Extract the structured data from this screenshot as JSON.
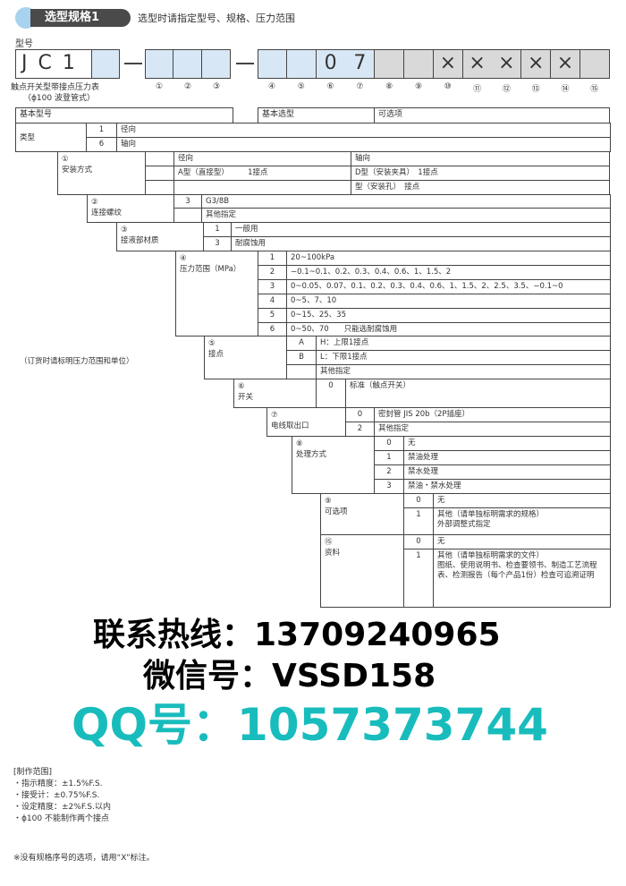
{
  "header": {
    "title": "选型规格1",
    "subtitle": "选型时请指定型号、规格、压力范围"
  },
  "model": {
    "label": "型号",
    "prefix": "JC1",
    "caption_line1": "触点开关型带接点压力表",
    "caption_line2": "（ϕ100 波登管式）",
    "boxes_group1": [
      "",
      "",
      ""
    ],
    "boxes_group2": [
      "",
      "",
      "0",
      "7",
      "",
      "",
      "×",
      "×",
      "×",
      "×",
      "×",
      ""
    ],
    "position_labels_group1": [
      "①",
      "②",
      "③"
    ],
    "position_labels_group2": [
      "④",
      "⑤",
      "⑥",
      "⑦",
      "⑧",
      "⑨",
      "⑩",
      "⑪",
      "⑫",
      "⑬",
      "⑭",
      "⑮"
    ]
  },
  "table_header": {
    "basic_model": "基本型号",
    "basic_selection": "基本选型",
    "options": "可选项"
  },
  "sections": [
    {
      "num": "",
      "label": "类型",
      "rows": [
        {
          "code": "1",
          "text": "径向"
        },
        {
          "code": "6",
          "text": "轴向"
        }
      ]
    },
    {
      "num": "①",
      "label": "安装方式",
      "rows": [
        {
          "code": "",
          "text": "径向",
          "text2": "轴向"
        },
        {
          "code": "",
          "text": "A型（直接型）　　　1接点",
          "text2": "D型（安装夹具）　1接点"
        },
        {
          "code": "",
          "text": "",
          "text2": "型（安装孔）　接点"
        }
      ]
    },
    {
      "num": "②",
      "label": "连接螺纹",
      "rows": [
        {
          "code": "3",
          "text": "G3/8B"
        },
        {
          "code": "",
          "text": "其他指定"
        }
      ]
    },
    {
      "num": "③",
      "label": "接液部材质",
      "rows": [
        {
          "code": "1",
          "text": "一般用"
        },
        {
          "code": "3",
          "text": "耐腐蚀用"
        }
      ]
    },
    {
      "num": "④",
      "label": "压力范围（MPa）",
      "rows": [
        {
          "code": "1",
          "text": "20~100kPa"
        },
        {
          "code": "2",
          "text": "−0.1~0.1、0.2、0.3、0.4、0.6、1、1.5、2"
        },
        {
          "code": "3",
          "text": "0~0.05、0.07、0.1、0.2、0.3、0.4、0.6、1、1.5、2、2.5、3.5、−0.1~0"
        },
        {
          "code": "4",
          "text": "0~5、7、10"
        },
        {
          "code": "5",
          "text": "0~15、25、35"
        },
        {
          "code": "6",
          "text": "0~50、70　　只能选耐腐蚀用"
        }
      ]
    },
    {
      "num": "⑤",
      "label": "接点",
      "rows": [
        {
          "code": "A",
          "text": "H：上限1接点"
        },
        {
          "code": "B",
          "text": "L：下限1接点"
        },
        {
          "code": "",
          "text": "其他指定"
        }
      ]
    },
    {
      "num": "⑥",
      "label": "开关",
      "rows": [
        {
          "code": "0",
          "text": "标准（触点开关）"
        }
      ]
    },
    {
      "num": "⑦",
      "label": "电线取出口",
      "rows": [
        {
          "code": "0",
          "text": "密封管 JIS 20b（2P插座）"
        },
        {
          "code": "2",
          "text": "其他指定"
        }
      ]
    },
    {
      "num": "⑧",
      "label": "处理方式",
      "rows": [
        {
          "code": "0",
          "text": "无"
        },
        {
          "code": "1",
          "text": "禁油处理"
        },
        {
          "code": "2",
          "text": "禁水处理"
        },
        {
          "code": "3",
          "text": "禁油・禁水处理"
        }
      ]
    },
    {
      "num": "⑨",
      "label": "可选项",
      "rows": [
        {
          "code": "0",
          "text": "无"
        },
        {
          "code": "1",
          "text": "其他（请单独标明需求的规格）\n外部调整式指定"
        }
      ]
    },
    {
      "num": "⑮",
      "label": "资料",
      "rows": [
        {
          "code": "0",
          "text": "无"
        },
        {
          "code": "1",
          "text": "其他（请单独标明需求的文件）\n图纸、使用说明书、检查要领书、制造工艺流程表、检测报告（每个产品1份）检查可追溯证明"
        }
      ]
    }
  ],
  "order_note": "（订货时请标明压力范围和单位）",
  "watermarks": {
    "hotline": "联系热线：13709240965",
    "wechat": "微信号：VSSD158",
    "qq": "QQ号：1057373744",
    "qq_color": "#19bcbc"
  },
  "footer": {
    "title": "[制作范围]",
    "items": [
      "・指示精度：±1.5%F.S.",
      "・接受计：±0.75%F.S.",
      "・设定精度：±2%F.S.以内",
      "・ϕ100 不能制作两个接点"
    ],
    "note": "※没有规格序号的选项，请用“X”标注。"
  },
  "colors": {
    "selection": "#d7e7f5",
    "option": "#d9d9d9"
  }
}
